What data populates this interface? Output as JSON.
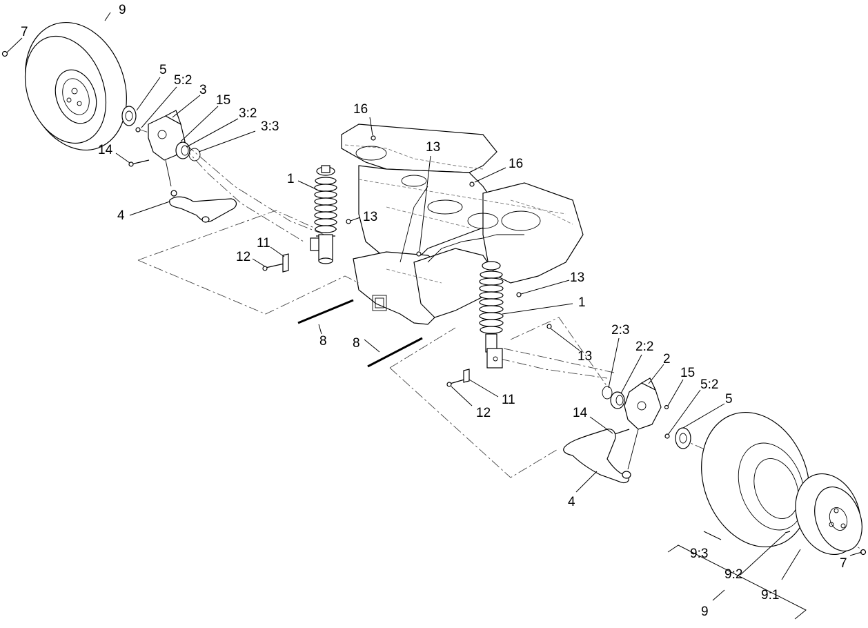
{
  "callouts": {
    "c9_top": "9",
    "c7_top": "7",
    "c5_top": "5",
    "c52_top": "5:2",
    "c3": "3",
    "c15_top": "15",
    "c32": "3:2",
    "c33": "3:3",
    "c14_top": "14",
    "c16_a": "16",
    "c13_a": "13",
    "c16_b": "16",
    "c1_left": "1",
    "c13_b": "13",
    "c4_left": "4",
    "c11_left": "11",
    "c12_left": "12",
    "c13_c": "13",
    "c1_right": "1",
    "c8_left": "8",
    "c8_right": "8",
    "c13_d": "13",
    "c23": "2:3",
    "c22": "2:2",
    "c2": "2",
    "c15_bot": "15",
    "c52_bot": "5:2",
    "c5_bot": "5",
    "c11_right": "11",
    "c12_right": "12",
    "c14_bot": "14",
    "c4_right": "4",
    "c93": "9:3",
    "c92": "9:2",
    "c91": "9:1",
    "c7_bot": "7",
    "c9_bot": "9"
  }
}
